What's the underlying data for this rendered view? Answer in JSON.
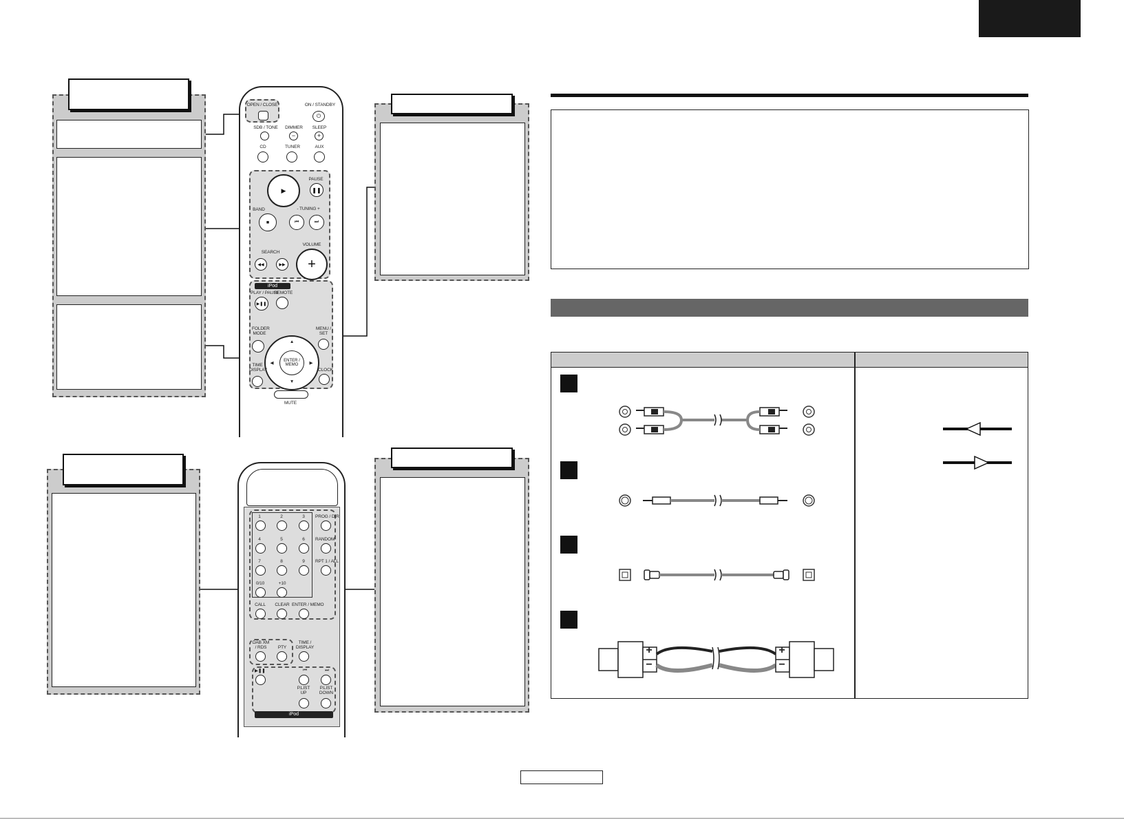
{
  "remote_top": {
    "buttons": {
      "open_close": "OPEN / CLOSE",
      "on_standby": "ON / STANDBY",
      "sdb_tone": "SDB / TONE",
      "dimmer": "DIMMER",
      "sleep": "SLEEP",
      "cd": "CD",
      "tuner": "TUNER",
      "aux": "AUX",
      "pause": "PAUSE",
      "band": "BAND",
      "tuning": "- TUNING +",
      "search": "SEARCH",
      "volume": "VOLUME",
      "ipod": "iPod",
      "play_pause": "PLAY / PAUSE",
      "remote": "REMOTE",
      "folder_mode": "FOLDER MODE",
      "menu_set": "MENU / SET",
      "enter_memo": "ENTER / MEMO",
      "time_display": "TIME DISPLAY",
      "clock": "CLOCK",
      "mute": "MUTE",
      "minus": "−",
      "plus": "+"
    }
  },
  "remote_bottom": {
    "keypad": [
      "1",
      "2",
      "3",
      "4",
      "5",
      "6",
      "7",
      "8",
      "9",
      "0/10",
      "+10"
    ],
    "prog_dir": "PROG / DIR",
    "random": "RANDOM",
    "rpt": "RPT 1 / ALL",
    "call": "CALL",
    "clear": "CLEAR",
    "enter_memo": "ENTER / MEMO",
    "dab": "DAB XM / RDS",
    "pty": "PTY",
    "time_display": "TIME / DISPLAY",
    "plist_up": "P.LIST UP",
    "plist_down": "P.LIST DOWN",
    "ipod": "iPod"
  },
  "connections": {
    "jack_symbols": [
      "+",
      "−",
      "+",
      "−"
    ]
  },
  "colors": {
    "panel_gray": "#cccccc",
    "header_bar": "#666666",
    "corner_block": "#1a1a1a"
  }
}
